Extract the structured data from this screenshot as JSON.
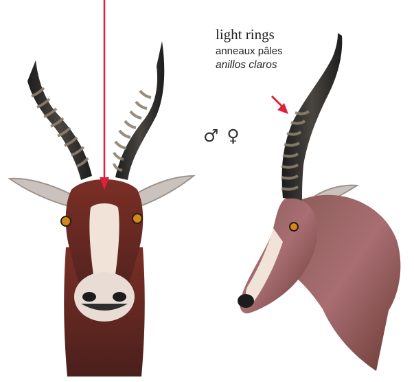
{
  "annotation": {
    "label_en": "light rings",
    "label_fr": "anneaux pâles",
    "label_es": "anillos claros"
  },
  "sex_symbols": "♂ ♀",
  "colors": {
    "marker": "#e0203a",
    "coat": "#6e2a22",
    "blaze": "#f1e3d8",
    "horn": "#2b2b2b",
    "ring": "#8c8070"
  }
}
